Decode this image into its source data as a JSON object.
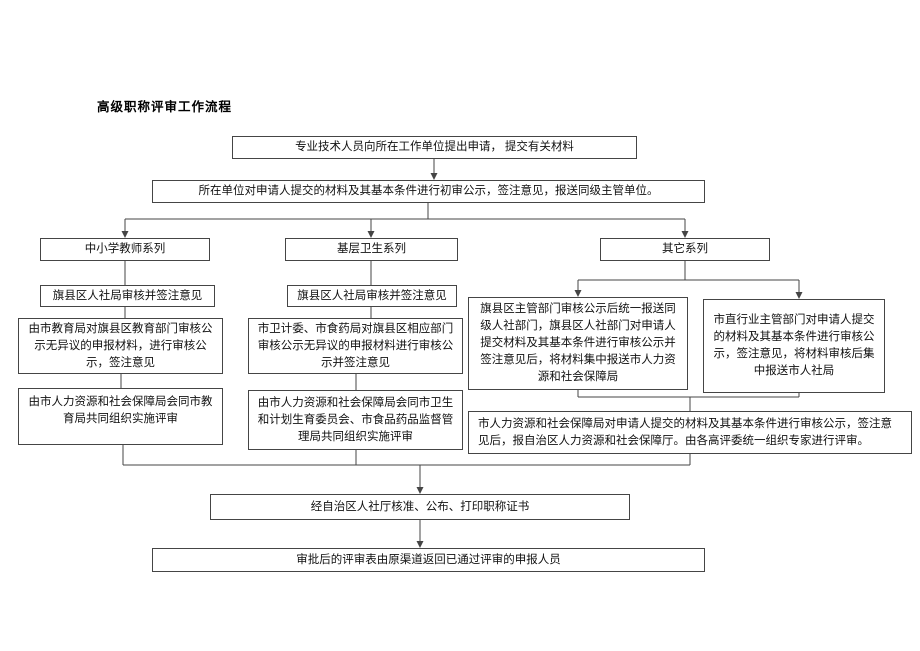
{
  "page": {
    "title": "高级职称评审工作流程"
  },
  "nodes": {
    "apply": "专业技术人员向所在工作单位提出申请， 提交有关材料",
    "unit_initial_review": "所在单位对申请人提交的材料及其基本条件进行初审公示，签注意见，报送同级主管单位。",
    "series_teacher": "中小学教师系列",
    "series_health": "基层卫生系列",
    "series_other": "其它系列",
    "teacher_county_hr_review": "旗县区人社局审核并签注意见",
    "health_county_hr_review": "旗县区人社局审核并签注意见",
    "teacher_edu_bureau_review": "由市教育局对旗县区教育部门审核公示无异议的申报材料，进行审核公示，签注意见",
    "health_committee_review": "市卫计委、市食药局对旗县区相应部门审核公示无异议的申报材料进行审核公示并签注意见",
    "other_county_dept_review": "旗县区主管部门审核公示后统一报送同级人社部门，旗县区人社部门对申请人提交材料及其基本条件进行审核公示并签注意见后，将材料集中报送市人力资源和社会保障局",
    "other_city_dept_review": "市直行业主管部门对申请人提交的材料及其基本条件进行审核公示，签注意见，将材料审核后集中报送市人社局",
    "teacher_joint_eval": "由市人力资源和社会保障局会同市教育局共同组织实施评审",
    "health_joint_eval": "由市人力资源和社会保障局会同市卫生和计划生育委员会、市食品药品监督管理局共同组织实施评审",
    "other_city_hr_review": "市人力资源和社会保障局对申请人提交的材料及其基本条件进行审核公示，签注意见后，报自治区人力资源和社会保障厅。由各高评委统一组织专家进行评审。",
    "approve_certificate": "经自治区人社厅核准、公布、打印职称证书",
    "return_form": "审批后的评审表由原渠道返回已通过评审的申报人员"
  },
  "colors": {
    "line": "#454545",
    "text": "#111111",
    "background": "#ffffff"
  }
}
